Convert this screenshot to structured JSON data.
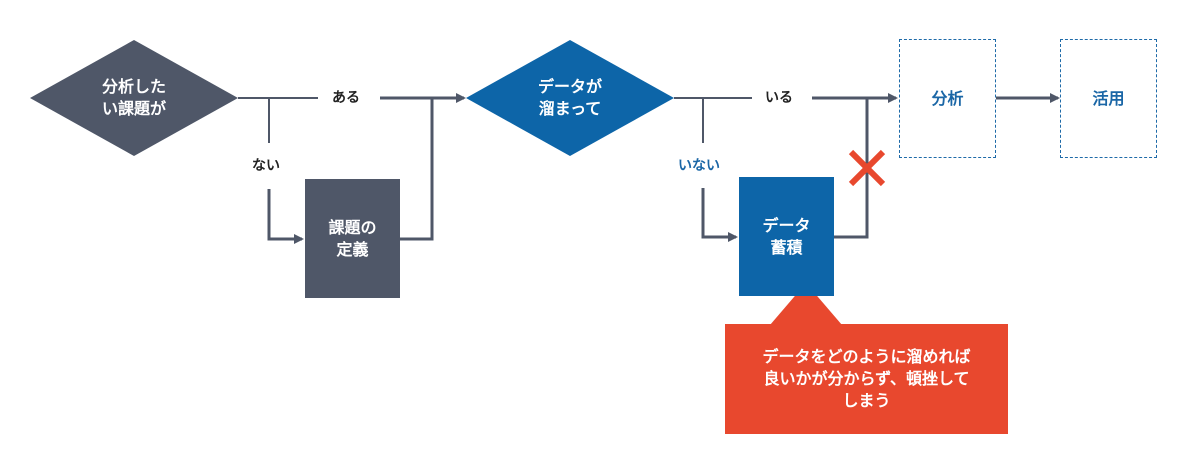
{
  "colors": {
    "dark": "#4f5768",
    "blue": "#0d65a8",
    "red": "#e8482e",
    "line": "#4f5768",
    "dashed": "#1e6aa8"
  },
  "nodes": {
    "decision1": "分析した\nい課題が",
    "define": "課題の\n定義",
    "decision2": "データが\n溜まって",
    "accumulate": "データ\n蓄積",
    "analyze": "分析",
    "utilize": "活用"
  },
  "edges": {
    "yes1": "ある",
    "no1": "ない",
    "yes2": "いる",
    "no2": "いない"
  },
  "callout": {
    "text": "データをどのように溜めれば\n良いかが分からず、頓挫して\nしまう"
  },
  "markers": {
    "blocked": "x-mark"
  }
}
